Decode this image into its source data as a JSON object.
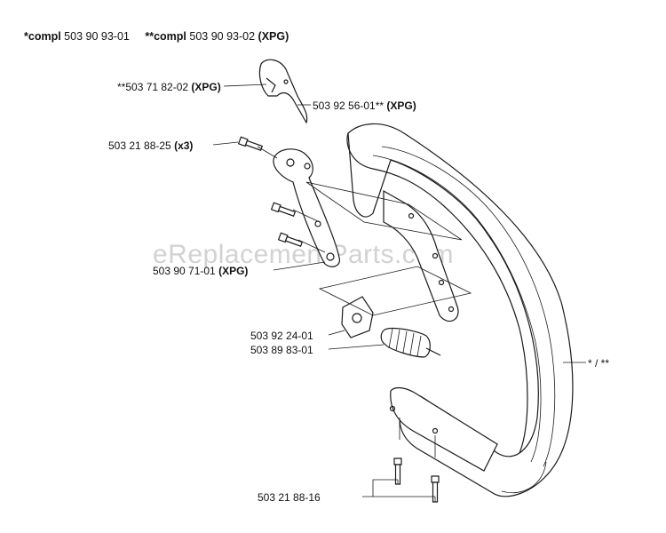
{
  "header": {
    "compl_a_prefix": "*compl",
    "compl_a_num": "503 90 93-01",
    "compl_b_prefix": "**compl",
    "compl_b_num": "503 90 93-02",
    "compl_b_tag": "(XPG)"
  },
  "watermark": "eReplacementParts.com",
  "parts": [
    {
      "number": "**503 71 82-02",
      "tag": "(XPG)"
    },
    {
      "number": "503 92 56-01**",
      "tag": "(XPG)"
    },
    {
      "number": "503 21 88-25",
      "tag": "(x3)"
    },
    {
      "number": "503 90 71-01",
      "tag": "(XPG)"
    },
    {
      "number": "503 92 24-01",
      "tag": ""
    },
    {
      "number": "503 89 83-01",
      "tag": ""
    },
    {
      "number": "* / **",
      "tag": ""
    },
    {
      "number": "503 21 88-16",
      "tag": ""
    }
  ]
}
